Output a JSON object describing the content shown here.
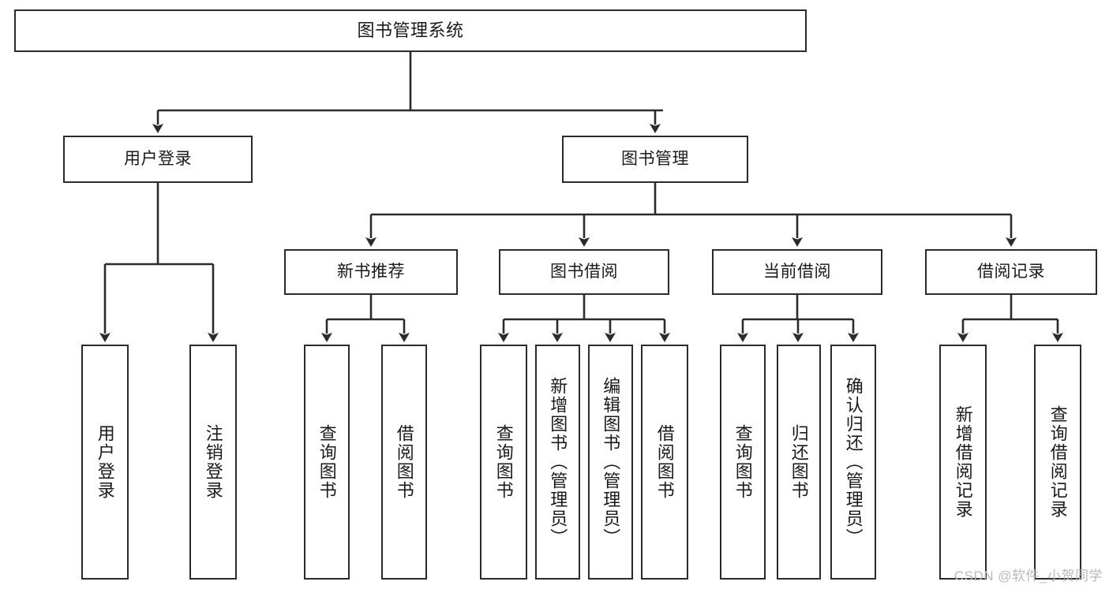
{
  "diagram": {
    "title": "图书管理系统",
    "type": "tree",
    "watermark": "CSDN @软件_小贺同学",
    "colors": {
      "box_border": "#2b2b2b",
      "box_fill": "#ffffff",
      "edge": "#2b2b2b",
      "text": "#1a1a1a",
      "watermark": "#b9b9b9",
      "background": "#ffffff"
    },
    "nodes": {
      "root": {
        "label": "图书管理系统"
      },
      "level2": [
        {
          "id": "user-login",
          "label": "用户登录"
        },
        {
          "id": "book-manage",
          "label": "图书管理"
        }
      ],
      "level3": [
        {
          "id": "new-book-recommend",
          "label": "新书推荐"
        },
        {
          "id": "book-borrow",
          "label": "图书借阅"
        },
        {
          "id": "current-borrow",
          "label": "当前借阅"
        },
        {
          "id": "borrow-record",
          "label": "借阅记录"
        }
      ],
      "leaves": {
        "user_login": [
          {
            "id": "leaf-user-login",
            "label": "用户登录"
          },
          {
            "id": "leaf-user-logout",
            "label": "注销登录"
          }
        ],
        "new_book_recommend": [
          {
            "id": "leaf-query-book-1",
            "label": "查询图书"
          },
          {
            "id": "leaf-borrow-book-1",
            "label": "借阅图书"
          }
        ],
        "book_borrow": [
          {
            "id": "leaf-query-book-2",
            "label": "查询图书"
          },
          {
            "id": "leaf-add-book",
            "label": "新增图书（管理员）"
          },
          {
            "id": "leaf-edit-book",
            "label": "编辑图书（管理员）"
          },
          {
            "id": "leaf-borrow-book-2",
            "label": "借阅图书"
          }
        ],
        "current_borrow": [
          {
            "id": "leaf-query-book-3",
            "label": "查询图书"
          },
          {
            "id": "leaf-return-book",
            "label": "归还图书"
          },
          {
            "id": "leaf-confirm-return",
            "label": "确认归还（管理员）"
          }
        ],
        "borrow_record": [
          {
            "id": "leaf-add-borrow-record",
            "label": "新增借阅记录"
          },
          {
            "id": "leaf-query-borrow-record",
            "label": "查询借阅记录"
          }
        ]
      }
    }
  }
}
